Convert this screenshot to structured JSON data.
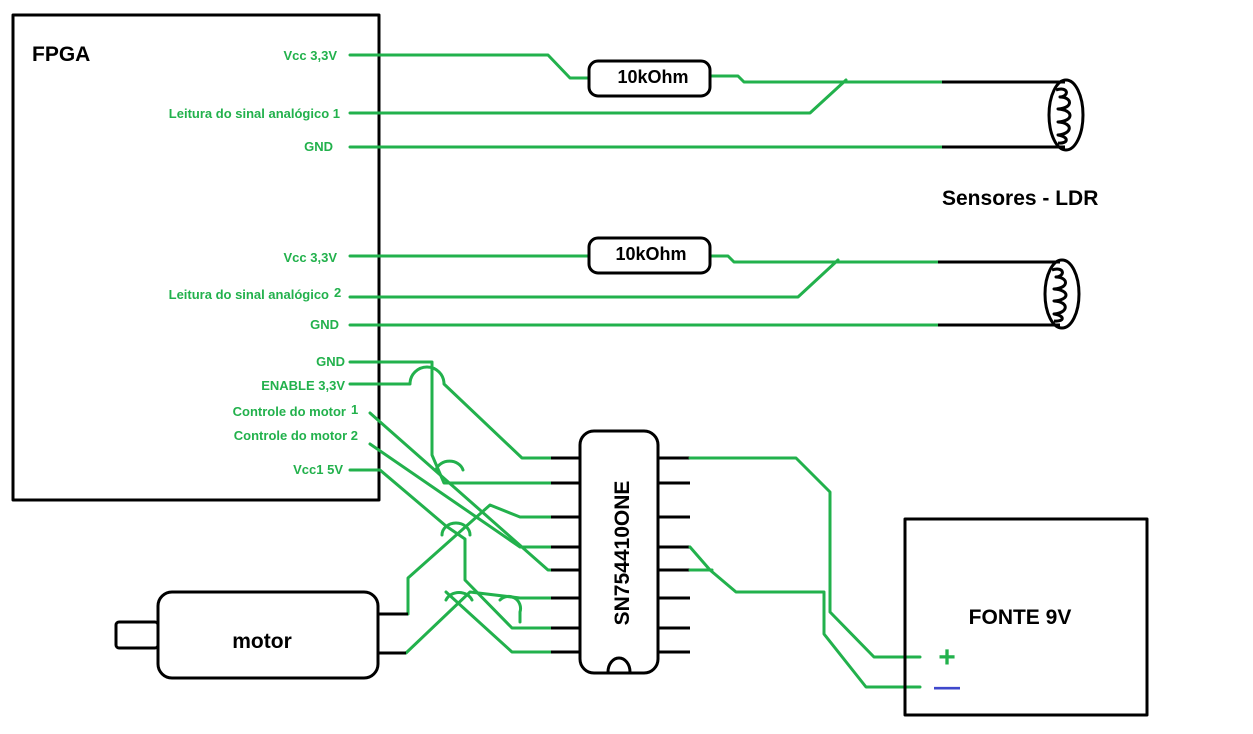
{
  "fpga": {
    "title": "FPGA",
    "pins": {
      "vcc1": "Vcc 3,3V",
      "signal1": "Leitura do sinal analógico 1",
      "gnd1": "GND",
      "vcc2": "Vcc 3,3V",
      "signal2": "Leitura do sinal analógico",
      "signal2_num": "2",
      "gnd2": "GND",
      "gnd3": "GND",
      "enable": "ENABLE 3,3V",
      "ctrl1": "Controle do motor",
      "ctrl1_num": "1",
      "ctrl2": "Controle do motor 2",
      "vcc5": "Vcc1 5V"
    }
  },
  "resistors": [
    "10kOhm",
    "10kOhm"
  ],
  "sensors_label": "Sensores - LDR",
  "chip_label": "SN754410ONE",
  "motor_label": "motor",
  "power_supply": {
    "label": "FONTE 9V",
    "plus": "+",
    "minus": "—",
    "plus_color": "#22b14c",
    "minus_color": "#3f48cc"
  },
  "colors": {
    "wire": "#22b14c",
    "outline": "#000000"
  }
}
